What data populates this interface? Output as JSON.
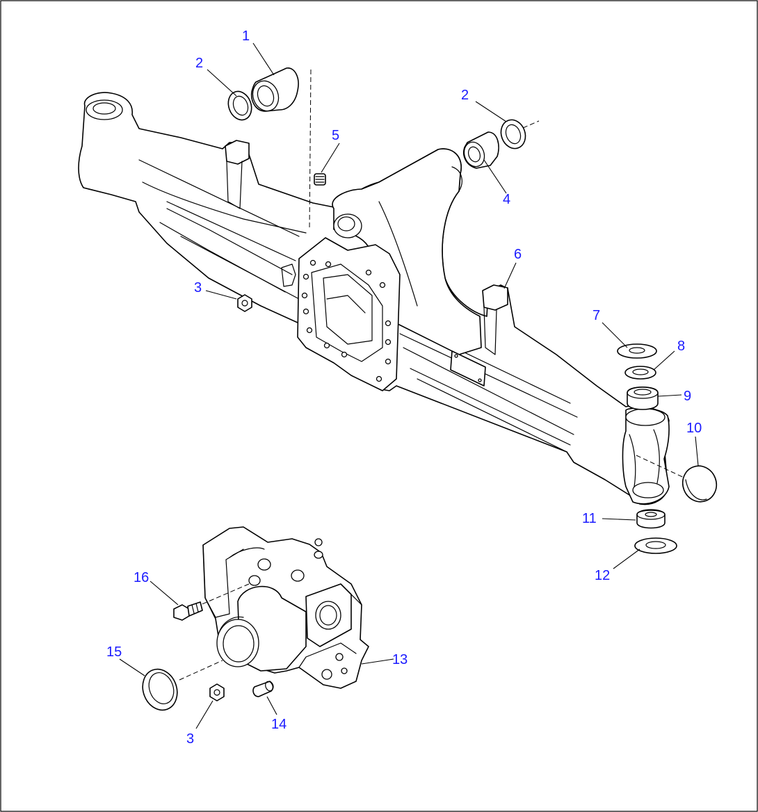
{
  "callouts": [
    {
      "id": "c1",
      "label": "1"
    },
    {
      "id": "c2a",
      "label": "2"
    },
    {
      "id": "c2b",
      "label": "2"
    },
    {
      "id": "c3a",
      "label": "3"
    },
    {
      "id": "c3b",
      "label": "3"
    },
    {
      "id": "c4",
      "label": "4"
    },
    {
      "id": "c5",
      "label": "5"
    },
    {
      "id": "c6",
      "label": "6"
    },
    {
      "id": "c7",
      "label": "7"
    },
    {
      "id": "c8",
      "label": "8"
    },
    {
      "id": "c9",
      "label": "9"
    },
    {
      "id": "c10",
      "label": "10"
    },
    {
      "id": "c11",
      "label": "11"
    },
    {
      "id": "c12",
      "label": "12"
    },
    {
      "id": "c13",
      "label": "13"
    },
    {
      "id": "c14",
      "label": "14"
    },
    {
      "id": "c15",
      "label": "15"
    },
    {
      "id": "c16",
      "label": "16"
    }
  ],
  "colors": {
    "callout": "#1a1aff",
    "line": "#000000",
    "background": "#ffffff"
  }
}
